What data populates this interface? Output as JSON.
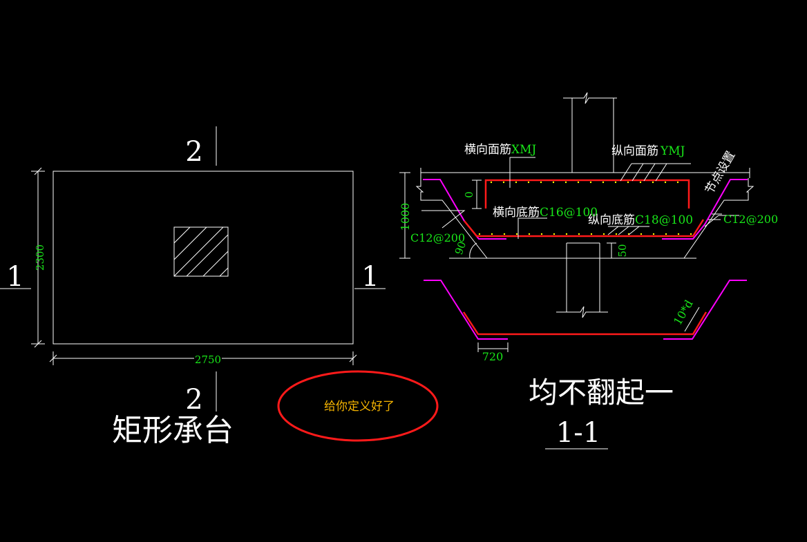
{
  "plan": {
    "section_top": "2",
    "section_bottom": "2",
    "section_left": "1",
    "section_right": "1",
    "dim_height": "2300",
    "dim_width": "2750",
    "title": "矩形承台"
  },
  "annotation": {
    "text": "给你定义好了",
    "text_color": "#f5b400",
    "ellipse_color": "#ff1a1a"
  },
  "section": {
    "label_top_transverse": "横向面筋",
    "label_top_transverse_value": "XMJ",
    "label_top_longitudinal": "纵向面筋",
    "label_top_longitudinal_value": "YMJ",
    "label_bottom_transverse": "横向底筋",
    "label_bottom_transverse_value": "C16@100",
    "label_bottom_longitudinal": "纵向底筋",
    "label_bottom_longitudinal_value": "C18@100",
    "node_setting": "节点设置",
    "side_left": "C12@200",
    "side_right": "C12@200",
    "dim_height": "1000",
    "dim_top_cover": "0",
    "dim_bottom_cover": "50",
    "angle": "90",
    "dim_anchor": "720",
    "dim_bend": "10*d",
    "note": "均不翻起一",
    "title": "1-1"
  }
}
